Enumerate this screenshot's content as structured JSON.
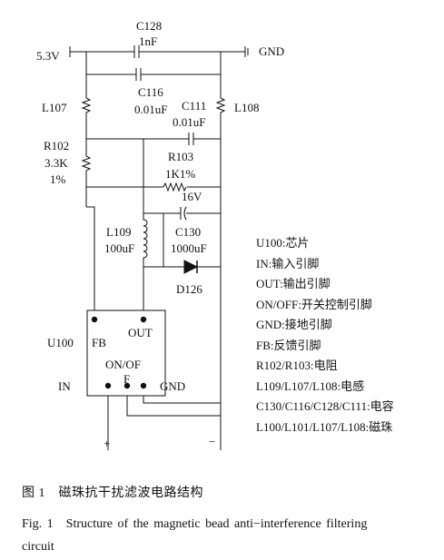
{
  "components": {
    "C128": {
      "name": "C128",
      "value": "1nF"
    },
    "C116": {
      "name": "C116",
      "value": "0.01uF"
    },
    "C111": {
      "name": "C111",
      "value": "0.01uF"
    },
    "L107": {
      "name": "L107"
    },
    "L108": {
      "name": "L108"
    },
    "R102": {
      "name": "R102",
      "value": "3.3K",
      "tol": "1%"
    },
    "R103": {
      "name": "R103",
      "value": "1K1%"
    },
    "voltage_16v": "16V",
    "L109": {
      "name": "L109",
      "value": "100uF"
    },
    "C130": {
      "name": "C130",
      "value": "1000uF"
    },
    "D126": {
      "name": "D126"
    }
  },
  "rails": {
    "v53": "5.3V",
    "gnd": "GND",
    "plus": "+",
    "minus": "−"
  },
  "chip": {
    "name": "U100",
    "fb": "FB",
    "out": "OUT",
    "onoff_line1": "ON/OF",
    "onoff_line2": "F",
    "in": "IN",
    "gnd": "GND"
  },
  "legend": [
    "U100:芯片",
    "IN:输入引脚",
    "OUT:输出引脚",
    "ON/OFF:开关控制引脚",
    "GND:接地引脚",
    "FB:反馈引脚",
    "R102/R103:电阻",
    "L109/L107/L108:电感",
    "C130/C116/C128/C111:电容",
    "L100/L101/L107/L108:磁珠"
  ],
  "caption": {
    "cn": "图 1　磁珠抗干扰滤波电路结构",
    "en_line1": "Fig. 1　Structure of the magnetic bead anti−interference filtering",
    "en_line2": "circuit"
  }
}
